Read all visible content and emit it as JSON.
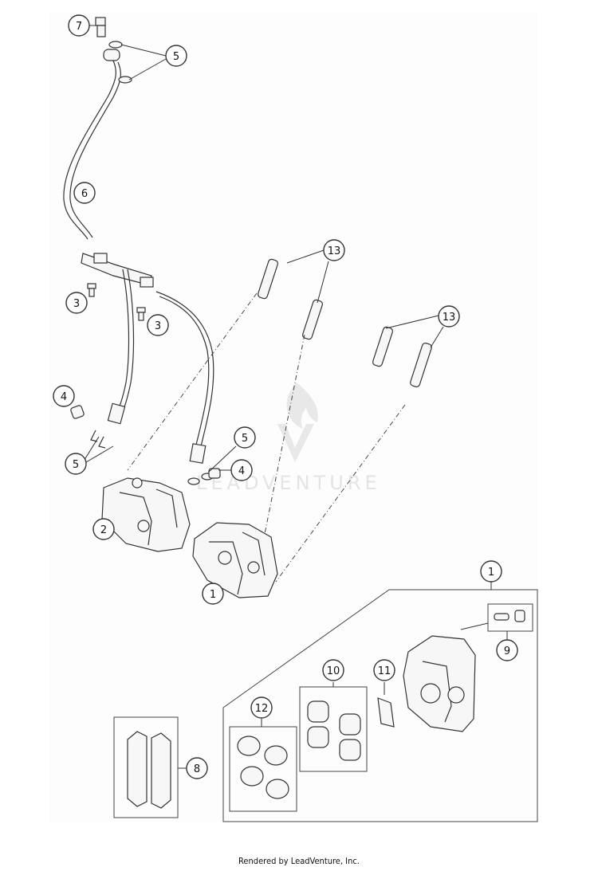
{
  "watermark_text": "LEADVENTURE",
  "footer": "Rendered by LeadVenture, Inc.",
  "callouts": {
    "c7": "7",
    "c5a": "5",
    "c6": "6",
    "c3a": "3",
    "c3b": "3",
    "c13a": "13",
    "c13b": "13",
    "c4a": "4",
    "c5b": "5",
    "c5c": "5",
    "c4b": "4",
    "c2": "2",
    "c1a": "1",
    "c1b": "1",
    "c9": "9",
    "c10": "10",
    "c11": "11",
    "c12": "12",
    "c8": "8"
  }
}
